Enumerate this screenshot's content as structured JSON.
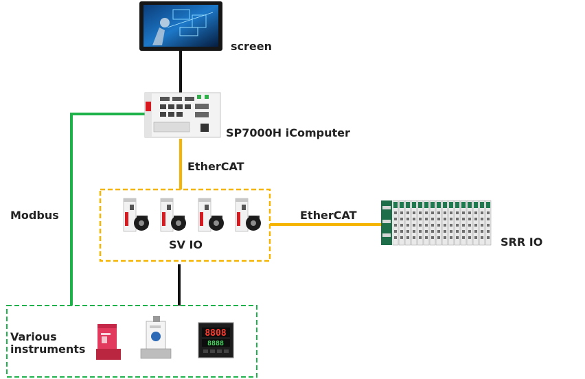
{
  "labels": {
    "screen": "screen",
    "computer": "SP7000H iComputer",
    "ethercat_1": "EtherCAT",
    "ethercat_2": "EtherCAT",
    "sv_io": "SV IO",
    "srr_io": "SRR IO",
    "modbus": "Modbus",
    "instruments_line1": "Various",
    "instruments_line2": "instruments"
  },
  "device_display": {
    "temp_top": "8808",
    "temp_bottom": "8888"
  },
  "colors": {
    "ethercat_link": "#f5b400",
    "modbus_link": "#1db34a",
    "wired_link": "#111111",
    "sv_group_border": "#f5b400",
    "instrument_group_border": "#1db34a",
    "drive_accent": "#d71920"
  },
  "icons": {
    "screen": "touch-screen-icon",
    "computer": "industrial-computer-icon",
    "servo": "servo-drive-motor-icon",
    "io_rack": "io-module-rack-icon",
    "flow_meter_red": "mass-flow-controller-icon",
    "flow_meter_white": "flow-meter-icon",
    "temp_controller": "temperature-controller-icon"
  }
}
